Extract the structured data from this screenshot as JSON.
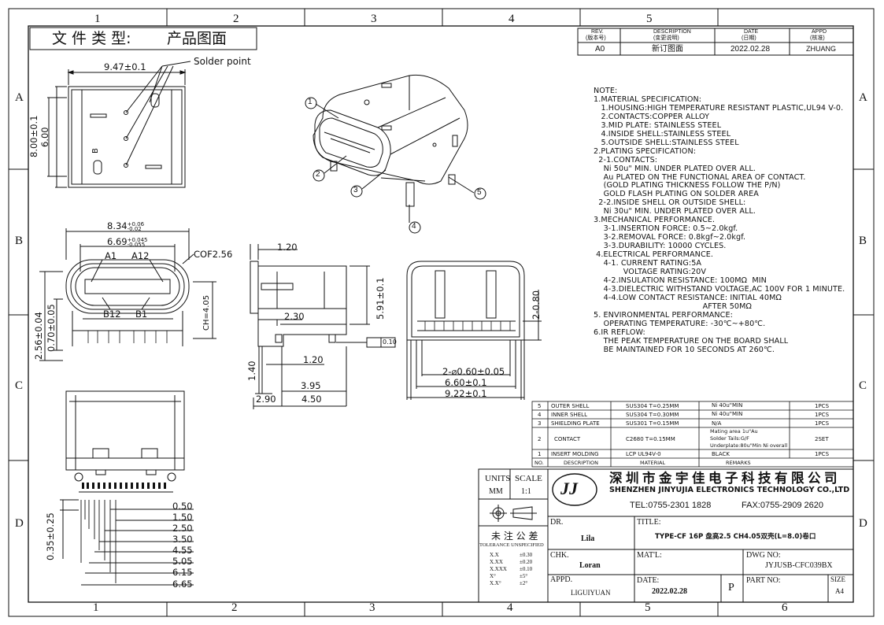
{
  "frame": {
    "col_labels": [
      "1",
      "2",
      "3",
      "4",
      "5",
      "6"
    ],
    "row_labels": [
      "A",
      "B",
      "C",
      "D"
    ]
  },
  "header": {
    "file_type_label": "文 件 类 型:",
    "file_type_value": "产品图面"
  },
  "revision": {
    "cols": [
      {
        "en": "REV.",
        "cn": "(版本号)"
      },
      {
        "en": "DESCRIPTION",
        "cn": "(变更说明)"
      },
      {
        "en": "DATE",
        "cn": "(日期)"
      },
      {
        "en": "APPD",
        "cn": "(核准)"
      }
    ],
    "row": {
      "rev": "A0",
      "description": "新订图面",
      "date": "2022.02.28",
      "appd": "ZHUANG"
    }
  },
  "balloons": [
    "1",
    "2",
    "3",
    "4",
    "5"
  ],
  "dimensions": {
    "top_width": "9.47±0.1",
    "solder_point": "Solder point",
    "height_800": "8.00±0.1",
    "height_600": "6.00",
    "face_width": "8.34",
    "face_width_tol_up": "+0.06",
    "face_width_tol_dn": "-0.02",
    "inner_width": "6.69",
    "inner_width_tol_up": "+0.045",
    "inner_width_tol_dn": "-0.055",
    "pin_a1": "A1",
    "pin_a12": "A12",
    "pin_b12": "B12",
    "pin_b1": "B1",
    "chamfer": "COF2.56",
    "ch": "CH=4.05",
    "h256": "2.56±0.04",
    "h070": "0.70±0.05",
    "side_120": "1.20",
    "side_591": "5.91±0.1",
    "side_230": "2.30",
    "side_120b": "1.20",
    "side_140": "1.40",
    "side_395": "3.95",
    "side_290": "2.90",
    "side_450": "4.50",
    "flatness": "0.10",
    "rear_080": "2-0.80",
    "rear_060": "2-⌀0.60±0.05",
    "rear_660": "6.60±0.1",
    "rear_922": "9.22±0.1",
    "bottom_035": "0.35±0.25",
    "stack": [
      "0.50",
      "1.50",
      "2.50",
      "3.50",
      "4.55",
      "5.05",
      "6.15",
      "6.65"
    ],
    "marking_b": "B"
  },
  "notes": {
    "lines": [
      "NOTE:",
      "1.MATERIAL SPECIFICATION:",
      "   1.HOUSING:HIGH TEMPERATURE RESISTANT PLASTIC,UL94 V-0.",
      "   2.CONTACTS:COPPER ALLOY",
      "   3.MID PLATE: STAINLESS STEEL",
      "   4.INSIDE SHELL:STAINLESS STEEL",
      "   5.OUTSIDE SHELL:STAINLESS STEEL",
      "2.PLATING SPECIFICATION:",
      "  2-1.CONTACTS:",
      "    Ni 50u\" MIN. UNDER PLATED OVER ALL.",
      "    Au PLATED ON THE FUNCTIONAL AREA OF CONTACT.",
      "    (GOLD PLATING THICKNESS FOLLOW THE P/N)",
      "    GOLD FLASH PLATING ON SOLDER AREA",
      "  2-2.INSIDE SHELL OR OUTSIDE SHELL:",
      "    Ni 30u\" MIN. UNDER PLATED OVER ALL.",
      "3.MECHANICAL PERFORMANCE.",
      "    3-1.INSERTION FORCE: 0.5~2.0kgf.",
      "    3-2.REMOVAL FORCE: 0.8kgf~2.0kgf.",
      "    3-3.DURABILITY: 10000 CYCLES.",
      " 4.ELECTRICAL PERFORMANCE.",
      "    4-1. CURRENT RATING:5A",
      "            VOLTAGE RATING:20V",
      "    4-2.INSULATION RESISTANCE: 100MΩ  MIN",
      "    4-3.DIELECTRIC WITHSTAND VOLTAGE,AC 100V FOR 1 MINUTE.",
      "    4-4.LOW CONTACT RESISTANCE: INITIAL 40MΩ",
      "                                            AFTER 50MΩ",
      "5. ENVIRONMENTAL PERFORMANCE:",
      "    OPERATING TEMPERATURE: -30℃~+80℃.",
      "6.IR REFLOW:",
      "    THE PEAK TEMPERATURE ON THE BOARD SHALL",
      "    BE MAINTAINED FOR 10 SECONDS AT 260℃."
    ]
  },
  "bom": {
    "header": {
      "no": "NO.",
      "description": "DESCRIPTION",
      "material": "MATERIAL",
      "remarks": "REMARKS"
    },
    "rows": [
      {
        "no": "5",
        "description": "OUTER SHELL",
        "material": "SUS304 T=0.25MM",
        "remarks": "Ni 40u\"MIN",
        "qty": "1PCS"
      },
      {
        "no": "4",
        "description": "INNER SHELL",
        "material": "SUS304 T=0.30MM",
        "remarks": "Ni 40u\"MIN",
        "qty": "1PCS"
      },
      {
        "no": "3",
        "description": "SHIELDING PLATE",
        "material": "SUS301 T=0.15MM",
        "remarks": "N/A",
        "qty": "1PCS"
      },
      {
        "no": "2",
        "description": "CONTACT",
        "material": "C2680 T=0.15MM",
        "remarks1": "Mating area 1u\"Au",
        "remarks2": "Solder Tails:G/F",
        "remarks3": "Underplate:80u\"Min Ni overall",
        "qty": "2SET"
      },
      {
        "no": "1",
        "description": "INSERT MOLDING",
        "material": "LCP UL94V-0",
        "remarks": "BLACK",
        "qty": "1PCS"
      }
    ]
  },
  "title_block": {
    "units_label": "UNITS",
    "units_value": "MM",
    "scale_label": "SCALE",
    "scale_value": "1:1",
    "logo": "JJ",
    "company_cn": "深圳市金宇佳电子科技有限公司",
    "company_en": "SHENZHEN JINYUJIA ELECTRONICS TECHNOLOGY CO.,LTD",
    "tel": "TEL:0755-2301 1828",
    "fax": "FAX:0755-2909 2620",
    "tolerance_cn": "未 注 公 差",
    "tolerance_en": "TOLERANCE UNSPECIFIED",
    "tolerances": [
      {
        "k": "X.X",
        "v": "±0.30"
      },
      {
        "k": "X.XX",
        "v": "±0.20"
      },
      {
        "k": "X.XXX",
        "v": "±0.10"
      },
      {
        "k": "X°",
        "v": "±5°"
      },
      {
        "k": "X.X°",
        "v": "±2°"
      }
    ],
    "dr_label": "DR.",
    "dr_value": "Lila",
    "chk_label": "CHK.",
    "chk_value": "Loran",
    "appd_label": "APPD.",
    "appd_value": "LIGUIYUAN",
    "title_label": "TITLE:",
    "title_value": "TYPE-CF 16P 盘高2.5 CH4.05双壳(L=8.0)卷口",
    "matl_label": "MAT'L:",
    "dwg_label": "DWG NO:",
    "dwg_value": "JYJUSB-CFC039BX",
    "date_label": "DATE:",
    "date_value": "2022.02.28",
    "p_label": "P",
    "part_label": "PART NO:",
    "size_label": "SIZE",
    "size_value": "A4"
  }
}
